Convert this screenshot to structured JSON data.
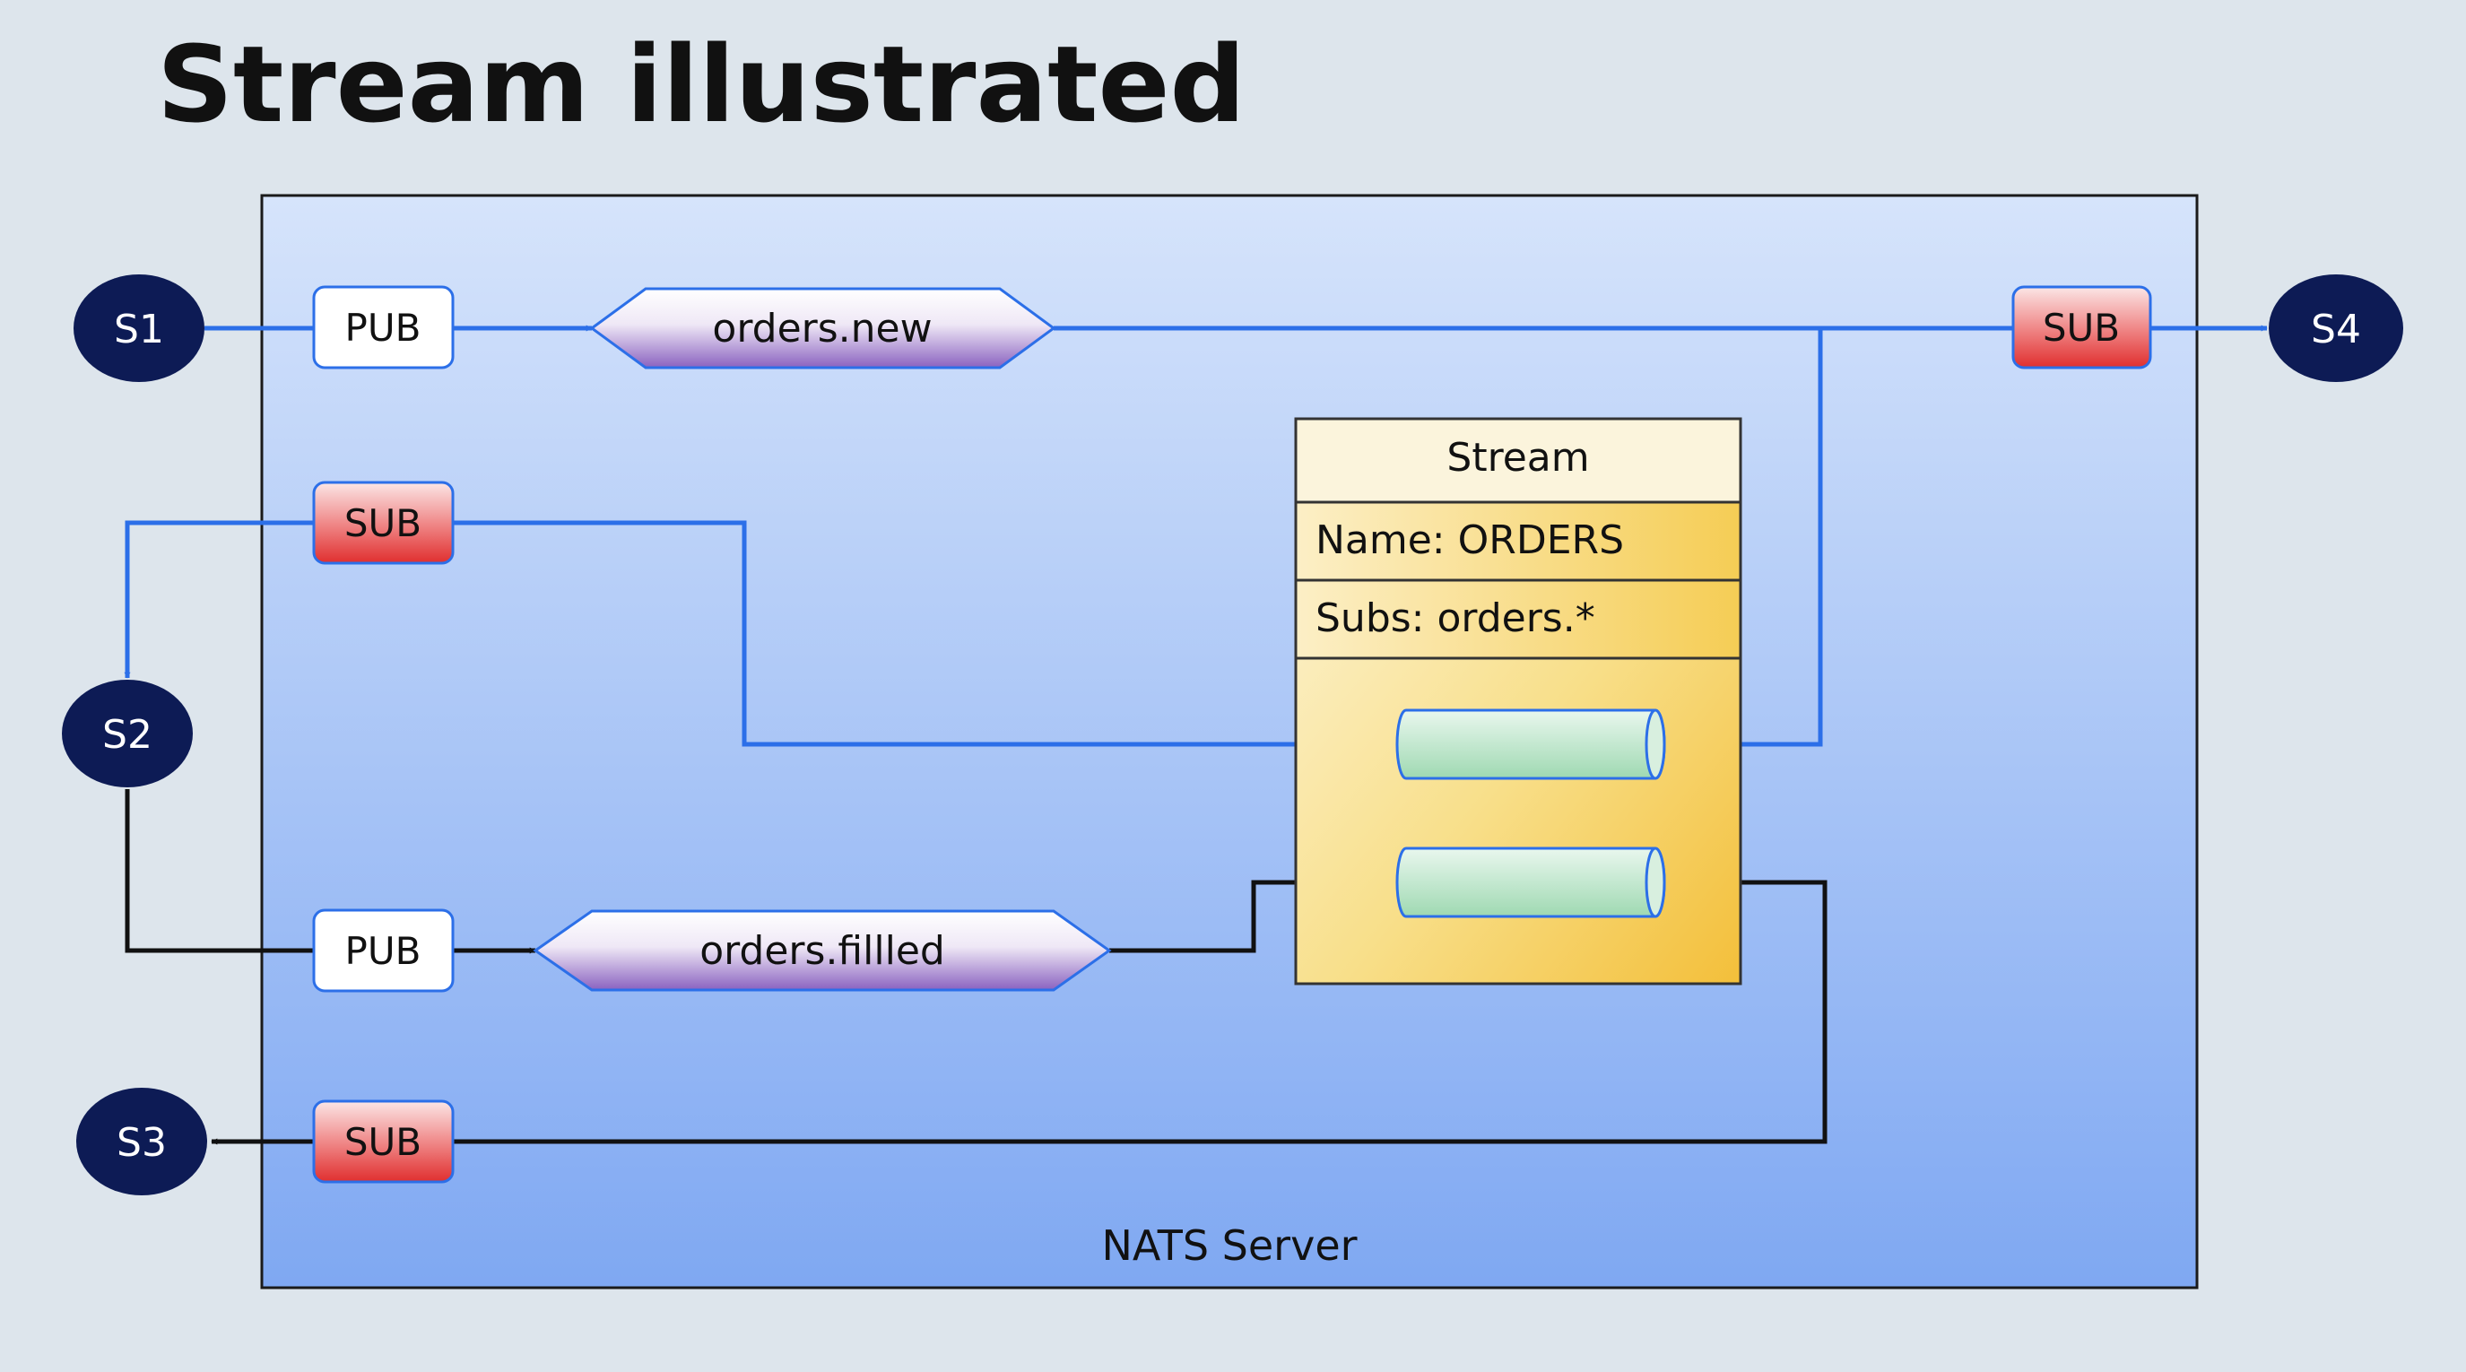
{
  "title": "Stream illustrated",
  "server": {
    "label": "NATS Server"
  },
  "subscribers": [
    {
      "id": "s1",
      "label": "S1"
    },
    {
      "id": "s2",
      "label": "S2"
    },
    {
      "id": "s3",
      "label": "S3"
    },
    {
      "id": "s4",
      "label": "S4"
    }
  ],
  "operations": {
    "pub1": "PUB",
    "pub2": "PUB",
    "sub_top": "SUB",
    "sub_s2": "SUB",
    "sub_s3": "SUB"
  },
  "subjects": {
    "new": "orders.new",
    "filled": "orders.fillled"
  },
  "stream": {
    "header": "Stream",
    "name": "Name: ORDERS",
    "subs": "Subs: orders.*"
  },
  "colors": {
    "blue_line": "#2c6fe8",
    "node_fill": "#0d1b55",
    "sub_red": "#e43b3b",
    "stream_yellow": "#f5c542",
    "message_green": "#b9e6c6"
  }
}
